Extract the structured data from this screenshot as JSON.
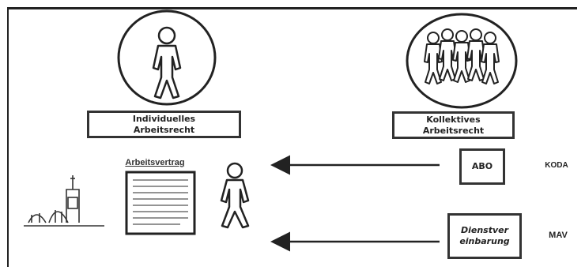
{
  "left": {
    "title_line1": "Individuelles",
    "title_line2": "Arbeitsrecht",
    "contract_label": "Arbeitsvertrag"
  },
  "right": {
    "title_line1": "Kollektives",
    "title_line2": "Arbeitsrecht"
  },
  "rows": [
    {
      "box_label": "ABO",
      "side_label": "KODA"
    },
    {
      "box_label_line1": "Dienstver",
      "box_label_line2": "einbarung",
      "side_label": "MAV"
    }
  ]
}
